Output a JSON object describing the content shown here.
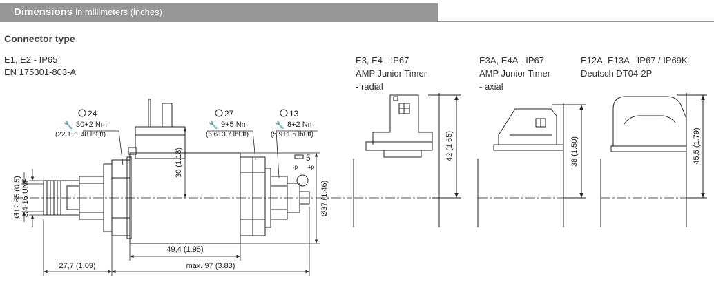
{
  "header": {
    "title": "Dimensions",
    "subtitle": "in millimeters (inches)"
  },
  "section_title": "Connector type",
  "captions": {
    "e1_line1": "E1, E2 - IP65",
    "e1_line2": "EN 175301-803-A",
    "e3_line1": "E3, E4 - IP67",
    "e3_line2": "AMP Junior Timer",
    "e3_line3": "- radial",
    "e3a_line1": "E3A, E4A - IP67",
    "e3a_line2": "AMP Junior Timer",
    "e3a_line3": "- axial",
    "e12_line1": "E12A, E13A - IP67 / IP69K",
    "e12_line2": "Deutsch DT04-2P"
  },
  "callouts": {
    "wrench1_size": "24",
    "wrench1_torque": "30+2 Nm",
    "wrench1_torque_imp": "(22.1+1.48 lbf.ft)",
    "wrench2_size": "27",
    "wrench2_torque": "9+5 Nm",
    "wrench2_torque_imp": "(6.6+3.7 lbf.ft)",
    "wrench3_size": "13",
    "wrench3_torque": "8+2 Nm",
    "wrench3_torque_imp": "(5.9+1.5 lbf.ft)",
    "adjust_size": "5",
    "adjust_minus": "-p",
    "adjust_plus": "+p"
  },
  "dimensions": {
    "d_thread": "Ø12.65 (0.5)",
    "thread": "3/4-16 UNF",
    "height_30": "30 (1.18)",
    "d37": "Ø37 (1.46)",
    "len_49": "49,4 (1.95)",
    "len_27": "27,7 (1.09)",
    "max_97": "max. 97 (3.83)",
    "h42": "42 (1.65)",
    "h38": "38 (1.50)",
    "h45": "45,5 (1.79)"
  }
}
